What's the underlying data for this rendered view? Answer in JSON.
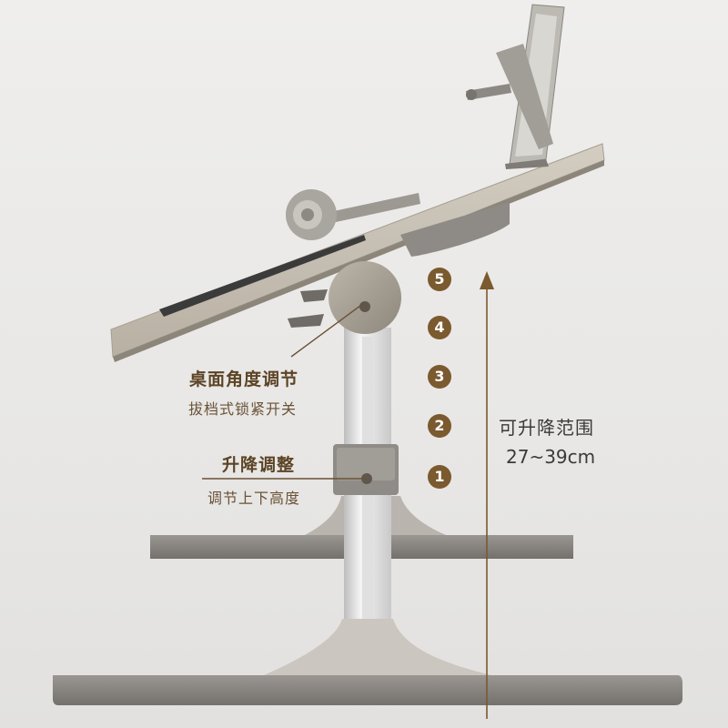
{
  "annotations": {
    "angle": {
      "title": "桌面角度调节",
      "subtitle": "拔档式锁紧开关"
    },
    "lift": {
      "title": "升降调整",
      "subtitle": "调节上下高度"
    }
  },
  "range": {
    "label": "可升降范围",
    "value": "27~39cm"
  },
  "levels": [
    "5",
    "4",
    "3",
    "2",
    "1"
  ],
  "colors": {
    "accent": "#7a5a2e",
    "desk_top": "#c4bdb1",
    "base": "#8a8682",
    "metal": "#dcdcdc"
  }
}
